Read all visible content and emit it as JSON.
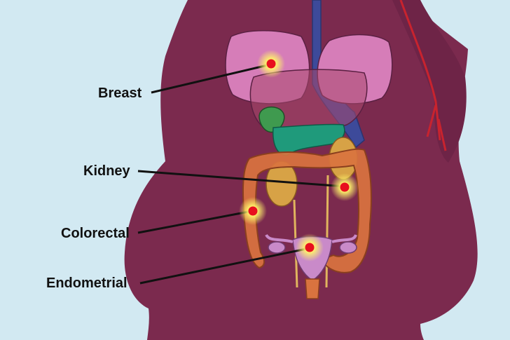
{
  "labels": {
    "breast": "Breast",
    "kidney": "Kidney",
    "colorectal": "Colorectal",
    "endometrial": "Endometrial"
  },
  "colors": {
    "background": "#d2e9f2",
    "body": "#7b2a4e",
    "breast_tissue": "#d67db8",
    "liver": "#a9496e",
    "stomach_pancreas": "#1f9a7b",
    "gallbladder": "#3f9a4f",
    "kidney": "#d7a246",
    "colon": "#d9733f",
    "uterus": "#c98ac9",
    "vein": "#3d4a9a",
    "artery": "#c8232e",
    "tumor_marker": "#e8101e",
    "marker_glow": "#fff36a",
    "pointer_line": "#111111"
  },
  "icons": {
    "marker": "tumor-marker-icon"
  }
}
